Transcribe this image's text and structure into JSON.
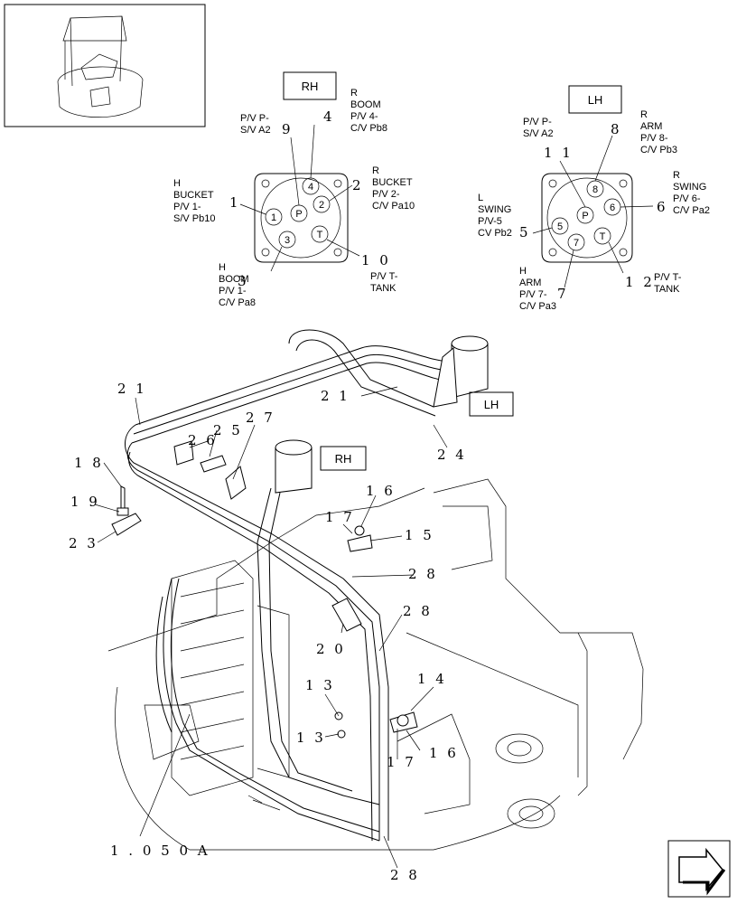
{
  "rh_connector": {
    "box_label": "RH",
    "pins": [
      {
        "pin": "4",
        "label": [
          "R",
          "BOOM",
          "P/V 4-",
          "C/V Pb8"
        ],
        "ref": "4"
      },
      {
        "pin": "P",
        "label": [
          "P/V P-",
          "S/V A2"
        ],
        "ref": "9"
      },
      {
        "pin": "2",
        "label": [
          "R",
          "BUCKET",
          "P/V 2-",
          "C/V Pa10"
        ],
        "ref": "2"
      },
      {
        "pin": "1",
        "label": [
          "H",
          "BUCKET",
          "P/V 1-",
          "S/V Pb10"
        ],
        "ref": "1"
      },
      {
        "pin": "3",
        "label": [
          "H",
          "BOOM",
          "P/V 1-",
          "C/V Pa8"
        ],
        "ref": "3"
      },
      {
        "pin": "T",
        "label": [
          "P/V T-",
          "TANK"
        ],
        "ref": "1 0"
      }
    ]
  },
  "lh_connector": {
    "box_label": "LH",
    "pins": [
      {
        "pin": "P",
        "label": [
          "P/V P-",
          "S/V A2"
        ],
        "ref": "1 1"
      },
      {
        "pin": "8",
        "label": [
          "R",
          "ARM",
          "P/V 8-",
          "C/V Pb3"
        ],
        "ref": "8"
      },
      {
        "pin": "6",
        "label": [
          "R",
          "SWING",
          "P/V 6-",
          "C/V Pa2"
        ],
        "ref": "6"
      },
      {
        "pin": "5",
        "label": [
          "L",
          "SWING",
          "P/V-5",
          "CV Pb2"
        ],
        "ref": "5"
      },
      {
        "pin": "7",
        "label": [
          "H",
          "ARM",
          "P/V 7-",
          "C/V Pa3"
        ],
        "ref": "7"
      },
      {
        "pin": "T",
        "label": [
          "P/V T-",
          "TANK"
        ],
        "ref": "1 2"
      }
    ]
  },
  "assembly": {
    "lh_tag": "LH",
    "rh_tag": "RH",
    "callouts": [
      "2 1",
      "2 1",
      "2 4",
      "2 6",
      "2 5",
      "2 7",
      "1 8",
      "1 9",
      "2 3",
      "1 6",
      "1 7",
      "1 5",
      "2 8",
      "2 8",
      "2 0",
      "1 3",
      "1 3",
      "1 4",
      "1 6",
      "1 7",
      "2 8",
      "1 . 0 5 0 A"
    ]
  },
  "nav_icon": "next-page-arrow-icon"
}
